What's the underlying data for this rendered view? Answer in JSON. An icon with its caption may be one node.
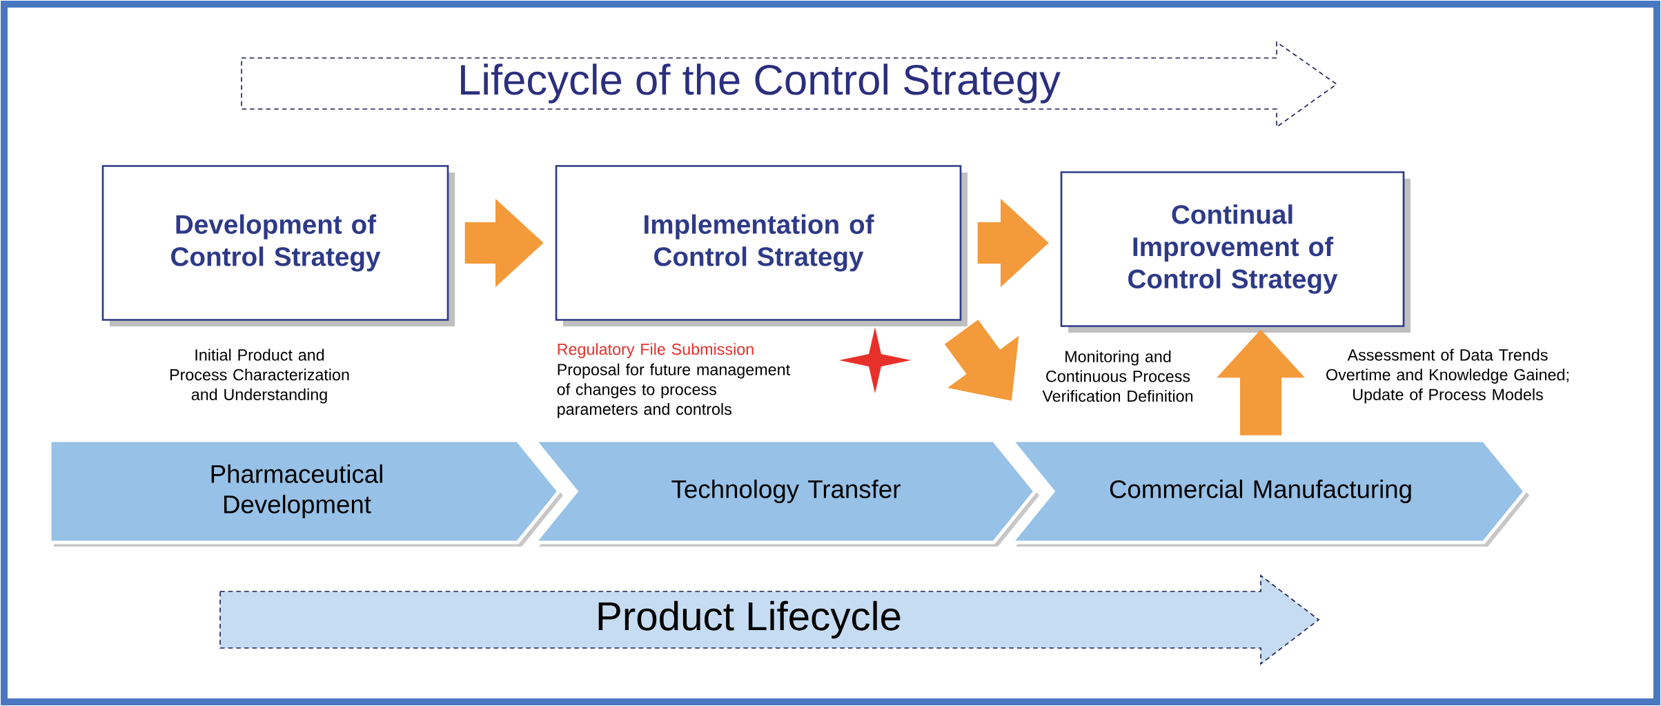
{
  "diagram": {
    "nodes": [
      {
        "text": [
          "Lifecycle of the Control Strategy"
        ]
      },
      {
        "text": [
          "Development of Control Strategy"
        ],
        "beside": [
          "Initial Product and Process Characterization and Understanding"
        ]
      },
      {
        "text": [
          "Implementation of Control Strategy"
        ],
        "beside": [
          "Regulatory File Submission",
          "Proposal for future management of changes to process parameters and controls"
        ]
      },
      {
        "text": [
          "Continual Improvement of Control Strategy"
        ]
      },
      {
        "text": [
          "Monitoring and Continuous Process Verification Definition"
        ]
      },
      {
        "text": [
          "Pharmaceutical Development"
        ]
      },
      {
        "text": [
          "Technology Transfer"
        ]
      },
      {
        "text": [
          "Commercial Manufacturing"
        ]
      },
      {
        "text": [
          "Product Lifecycle"
        ]
      }
    ],
    "edges": [
      {
        "from": 1,
        "to": 2,
        "arrow": "to"
      },
      {
        "from": 2,
        "to": 3,
        "arrow": "to"
      },
      {
        "from": 2,
        "to": 4,
        "arrow": "to"
      },
      {
        "from": 7,
        "to": 3,
        "arrow": "to"
      }
    ],
    "labels": [
      "Assessment of Data Trends Overtime and Knowledge Gained; Update of Process Models"
    ]
  }
}
